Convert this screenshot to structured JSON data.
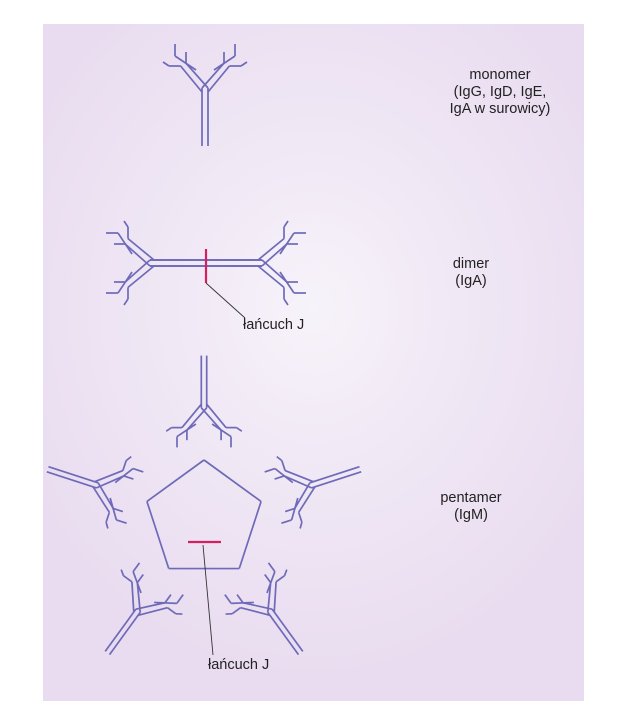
{
  "colors": {
    "chain": "#6e6ab8",
    "j_chain": "#d4205e",
    "leader": "#333333",
    "background": "#efe6f4"
  },
  "structures": [
    {
      "id": "monomer",
      "lines": [
        "monomer",
        "(IgG, IgD, IgE,",
        "IgA w surowicy)"
      ]
    },
    {
      "id": "dimer",
      "lines": [
        "dimer",
        "(IgA)"
      ],
      "j_chain_label": "łańcuch J"
    },
    {
      "id": "pentamer",
      "lines": [
        "pentamer",
        "(IgM)"
      ],
      "j_chain_label": "łańcuch J"
    }
  ]
}
